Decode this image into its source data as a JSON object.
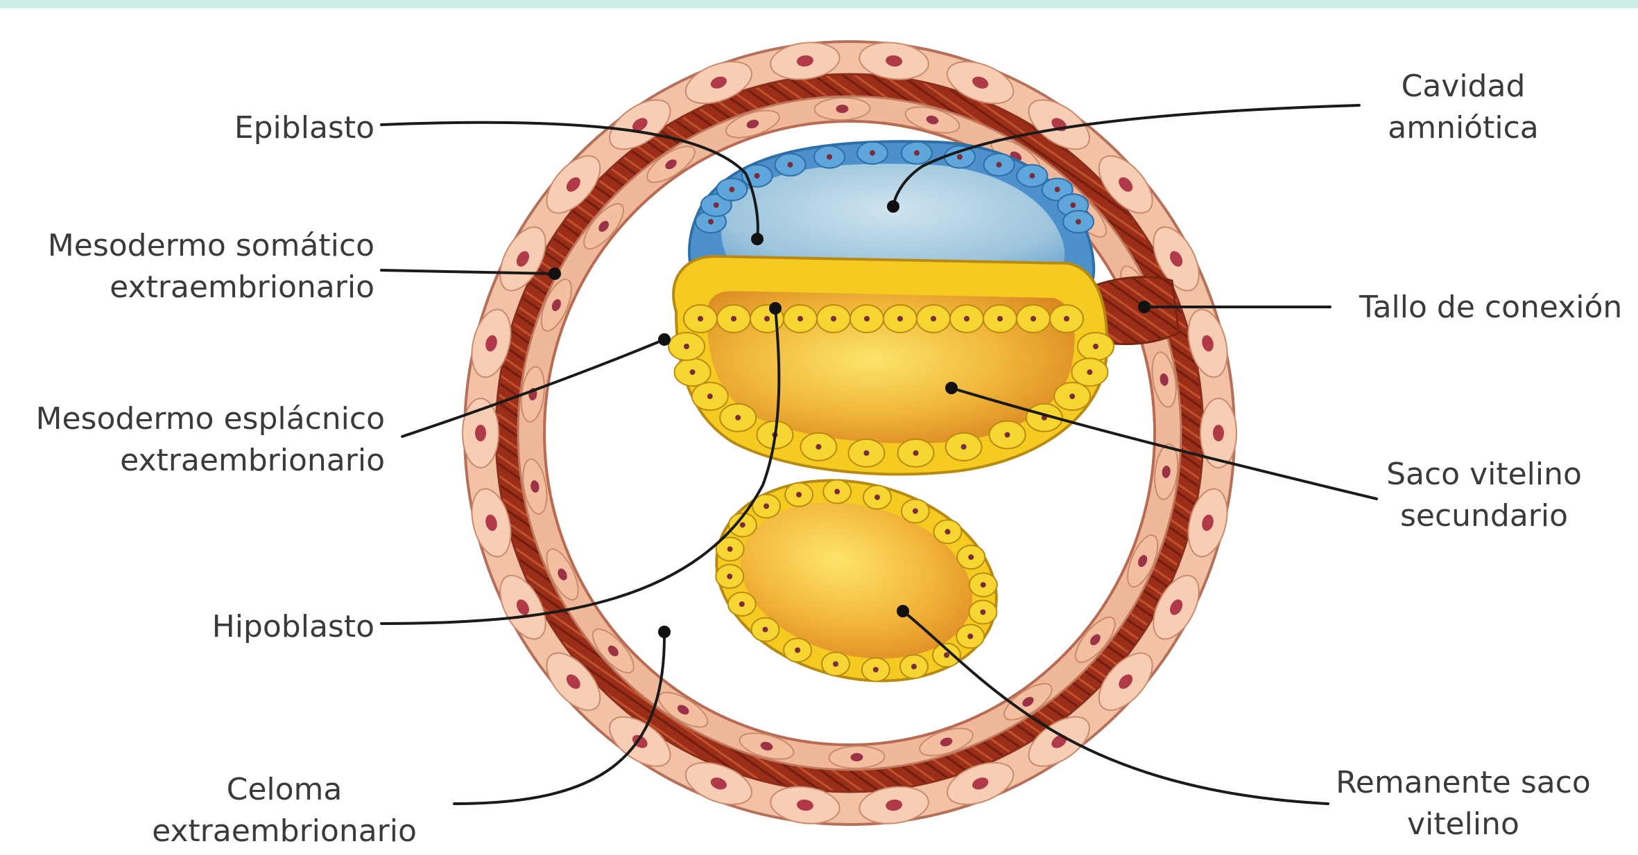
{
  "labels": {
    "epiblasto": [
      "Epiblasto"
    ],
    "mesodermo_somatico": [
      "Mesodermo somático",
      "extraembrionario"
    ],
    "mesodermo_esplacnico": [
      "Mesodermo esplácnico",
      "extraembrionario"
    ],
    "hipoblasto": [
      "Hipoblasto"
    ],
    "celoma": [
      "Celoma",
      "extraembrionario"
    ],
    "cavidad_amniotica": [
      "Cavidad",
      "amniótica"
    ],
    "tallo_conexion": [
      "Tallo de conexión"
    ],
    "saco_vitelino_secundario": [
      "Saco vitelino",
      "secundario"
    ],
    "remanente_saco_vitelino": [
      "Remanente saco",
      "vitelino"
    ]
  },
  "colors": {
    "header_band": "#cdeee6",
    "outer_wall": "#f3c2a4",
    "outer_wall_dark": "#8f2a17",
    "amnion": "#5aa3d8",
    "yolk_cells": "#f2c51c",
    "yolk_cavity": "#e9a12b",
    "leader_line": "#1a1a1a",
    "text": "#3a3a3a"
  }
}
